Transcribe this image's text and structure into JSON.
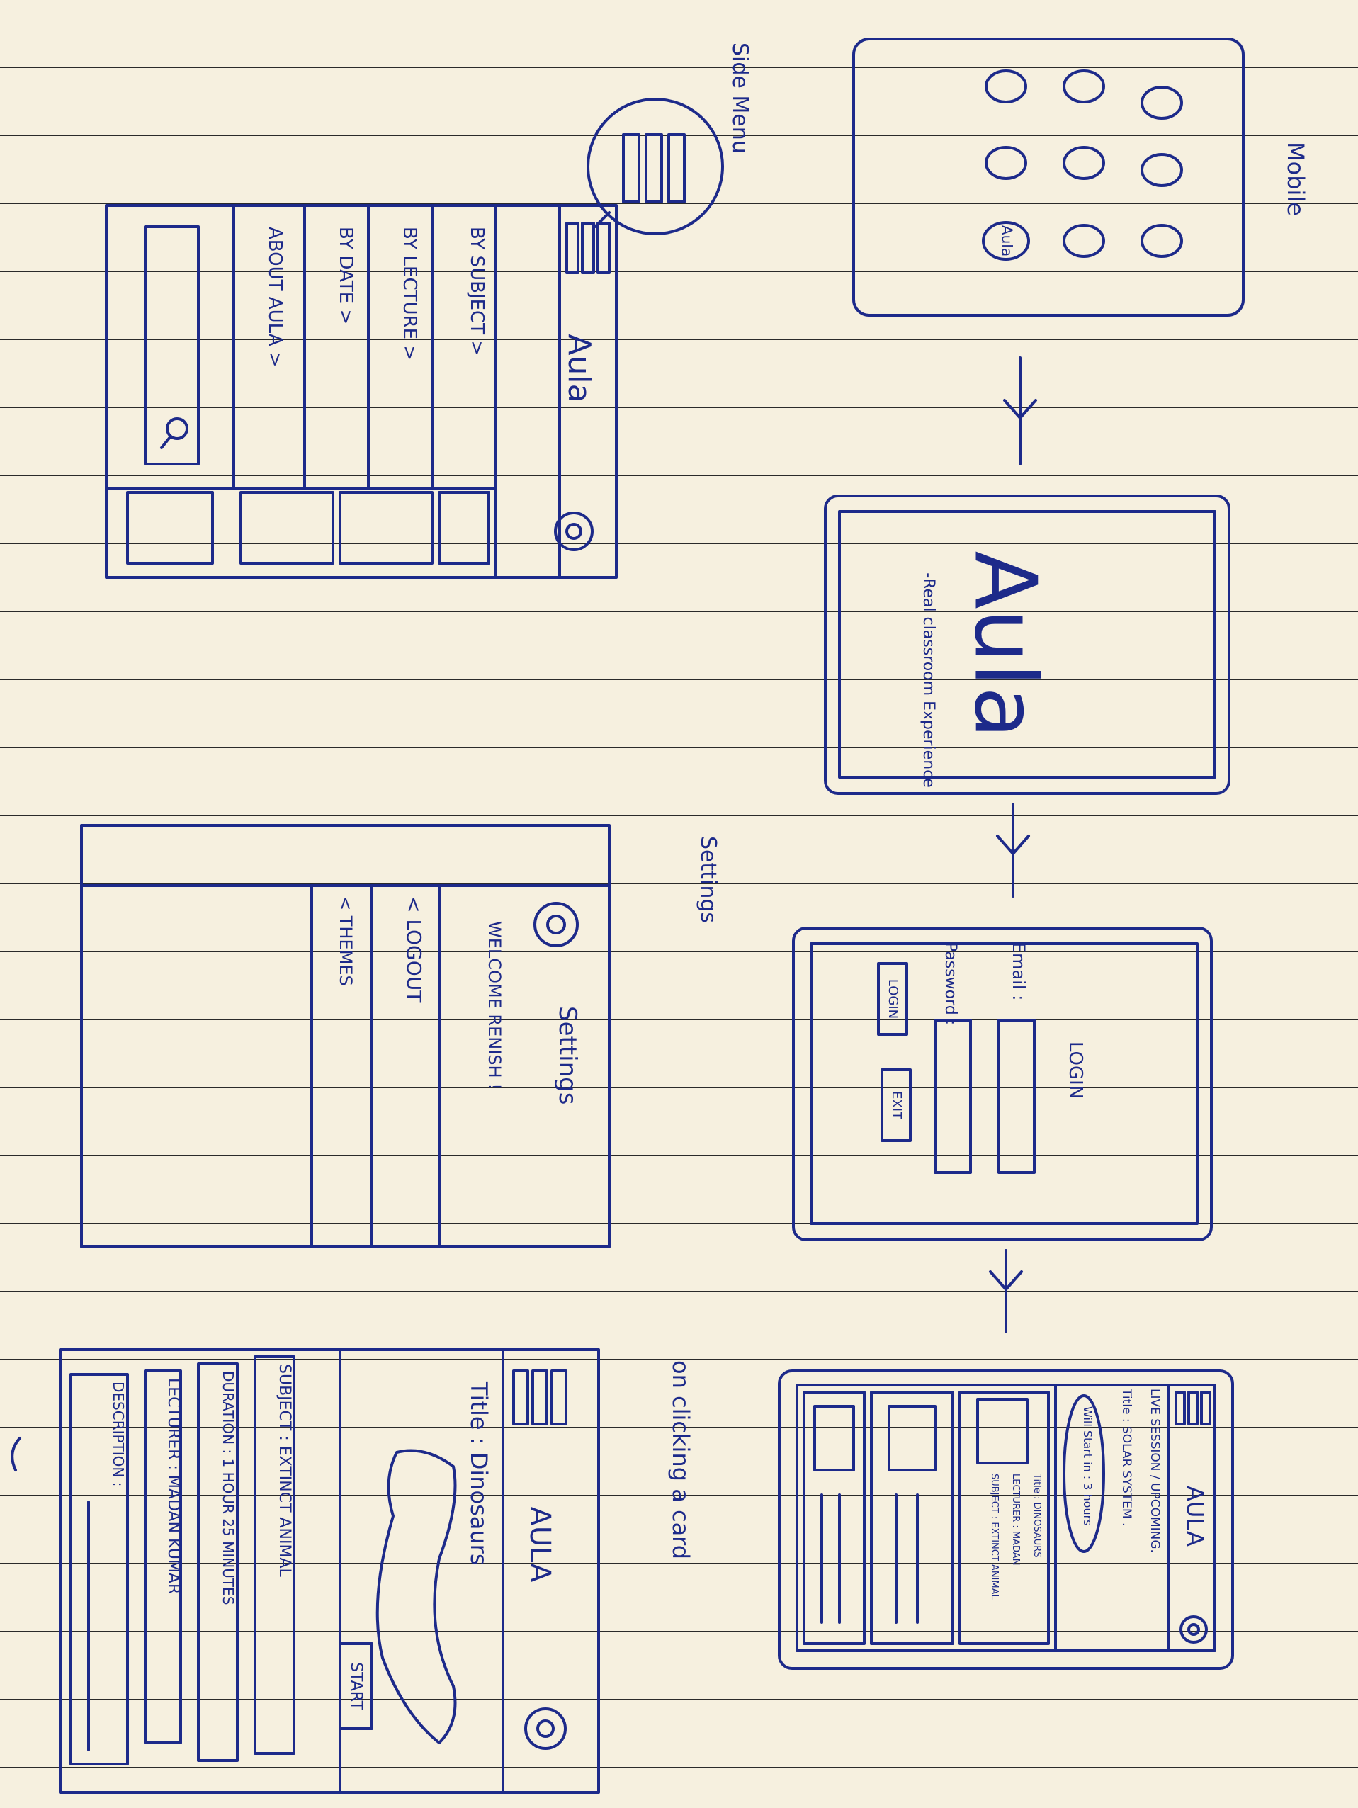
{
  "sections": {
    "mobile": "Mobile",
    "side_menu": "Side Menu",
    "settings": "Settings",
    "on_click": "on clicking a card"
  },
  "home_screen": {
    "app_icon": "Aula"
  },
  "splash": {
    "logo": "Aula",
    "tagline": "-Real classroom Experience"
  },
  "login": {
    "title": "LOGIN",
    "email_label": "Email :",
    "password_label": "Password :",
    "login_button": "LOGIN",
    "exit_button": "EXIT"
  },
  "side_menu": {
    "title": "Aula",
    "items": [
      "BY SUBJECT >",
      "BY LECTURE >",
      "BY DATE >",
      "ABOUT AULA >"
    ]
  },
  "settings": {
    "title": "Settings",
    "welcome": "WELCOME RENISH !",
    "logout": "< LOGOUT",
    "themes": "< THEMES"
  },
  "feed": {
    "title": "AULA",
    "live_heading": "LIVE SESSION / UPCOMING.",
    "live_title": "Title : SOLAR SYSTEM .",
    "live_starts": "Will Start in : 3 hours",
    "card_title": "Title : DINOSAURS",
    "card_lecturer": "LECTURER : MADAN",
    "card_subject": "SUBJECT : EXTINCT ANIMAL"
  },
  "detail": {
    "title": "AULA",
    "item_title": "Title : Dinosaurs",
    "start_button": "START",
    "subject": "SUBJECT : EXTINCT ANIMAL",
    "duration": "DURATION : 1 HOUR 25 MINUTES",
    "lecturer": "LECTURER : MADAN KUMAR",
    "description": "DESCRIPTION :"
  },
  "icons": [
    "hamburger-icon",
    "gear-icon",
    "search-icon",
    "arrow-icon"
  ]
}
